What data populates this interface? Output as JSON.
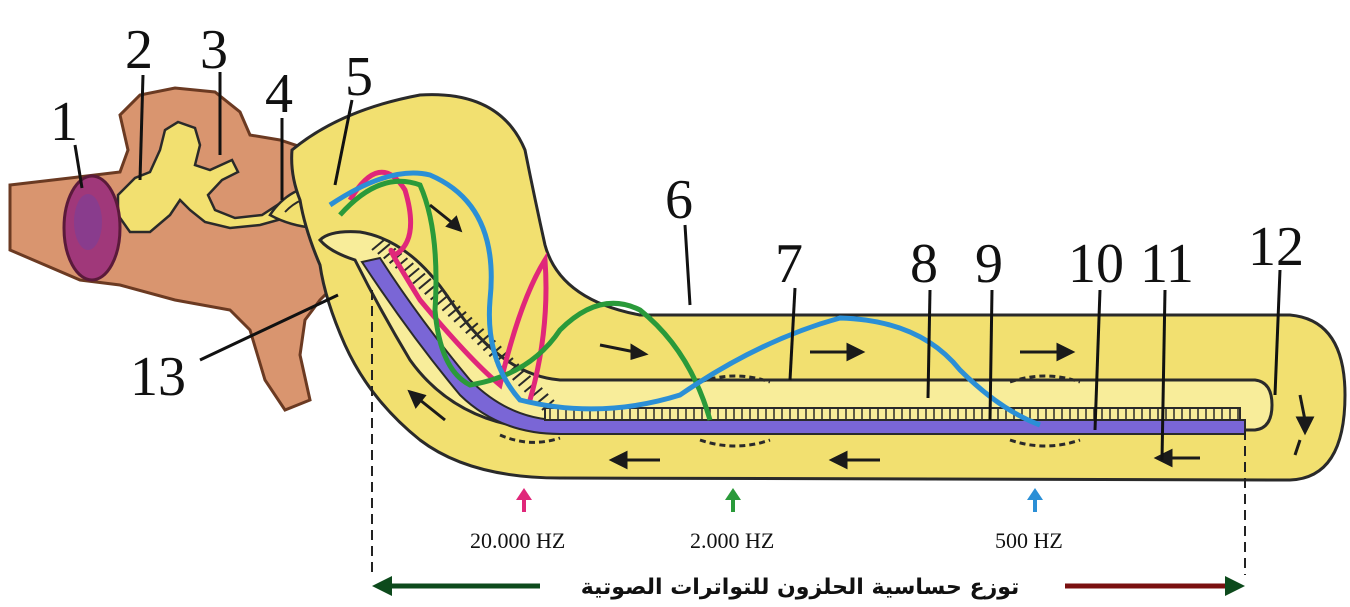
{
  "labels": [
    "1",
    "2",
    "3",
    "4",
    "5",
    "6",
    "7",
    "8",
    "9",
    "10",
    "11",
    "12",
    "13"
  ],
  "frequencies": [
    {
      "text": "20.000 HZ",
      "color": "#e0277a"
    },
    {
      "text": "2.000 HZ",
      "color": "#2a9a3a"
    },
    {
      "text": "500 HZ",
      "color": "#2b8fd6"
    }
  ],
  "caption": "توزع حساسية الحلزون للتواترات الصوتية",
  "colors": {
    "cochlea_fill": "#f2e070",
    "cochlea_outline": "#2a2a2a",
    "bone": "#d9956f",
    "bone_dark": "#b86a45",
    "eardrum": "#a0387a",
    "basilar": "#7a66d6",
    "wave_high": "#e0277a",
    "wave_mid": "#2a9a3a",
    "wave_low": "#2b8fd6",
    "arrow_left": "#0d4a1c",
    "arrow_right": "#7a1010"
  }
}
